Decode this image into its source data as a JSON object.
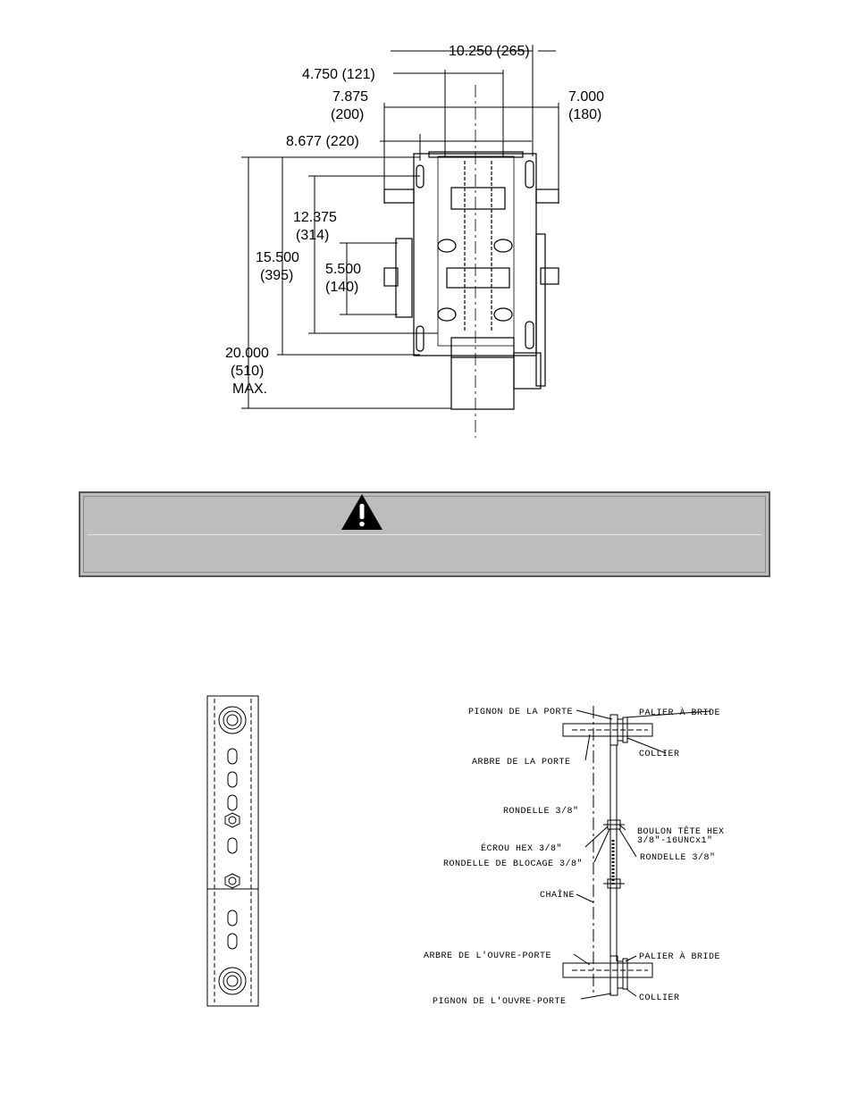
{
  "top_drawing": {
    "dims": {
      "d1": "10.250  (265)",
      "d2": "4.750  (121)",
      "d3a": "7.875",
      "d3b": "(200)",
      "d4a": "7.000",
      "d4b": "(180)",
      "d5": "8.677  (220)",
      "d6a": "12.375",
      "d6b": "(314)",
      "d7a": "15.500",
      "d7b": "(395)",
      "d8a": "5.500",
      "d8b": "(140)",
      "d9a": "20.000",
      "d9b": "(510)",
      "d9c": "MAX."
    }
  },
  "warning": {
    "icon": "warning-triangle-icon",
    "text": ""
  },
  "bottom_drawing": {
    "labels": {
      "door_sprocket": "PIGNON DE LA PORTE",
      "flange_bearing_top": "PALIER À BRIDE",
      "door_shaft": "ARBRE DE LA PORTE",
      "collar_top": "COLLIER",
      "washer_left": "RONDELLE 3/8\"",
      "hex_bolt_1": "BOULON TÊTE HEX",
      "hex_bolt_2": "3/8\"-16UNCx1\"",
      "hex_nut": "ÉCROU HEX 3/8\"",
      "washer_right": "RONDELLE 3/8\"",
      "lock_washer": "RONDELLE DE BLOCAGE 3/8\"",
      "chain": "CHAÎNE",
      "opener_shaft": "ARBRE DE L'OUVRE-PORTE",
      "flange_bearing_bottom": "PALIER À BRIDE",
      "opener_sprocket": "PIGNON DE L'OUVRE-PORTE",
      "collar_bottom": "COLLIER"
    }
  }
}
